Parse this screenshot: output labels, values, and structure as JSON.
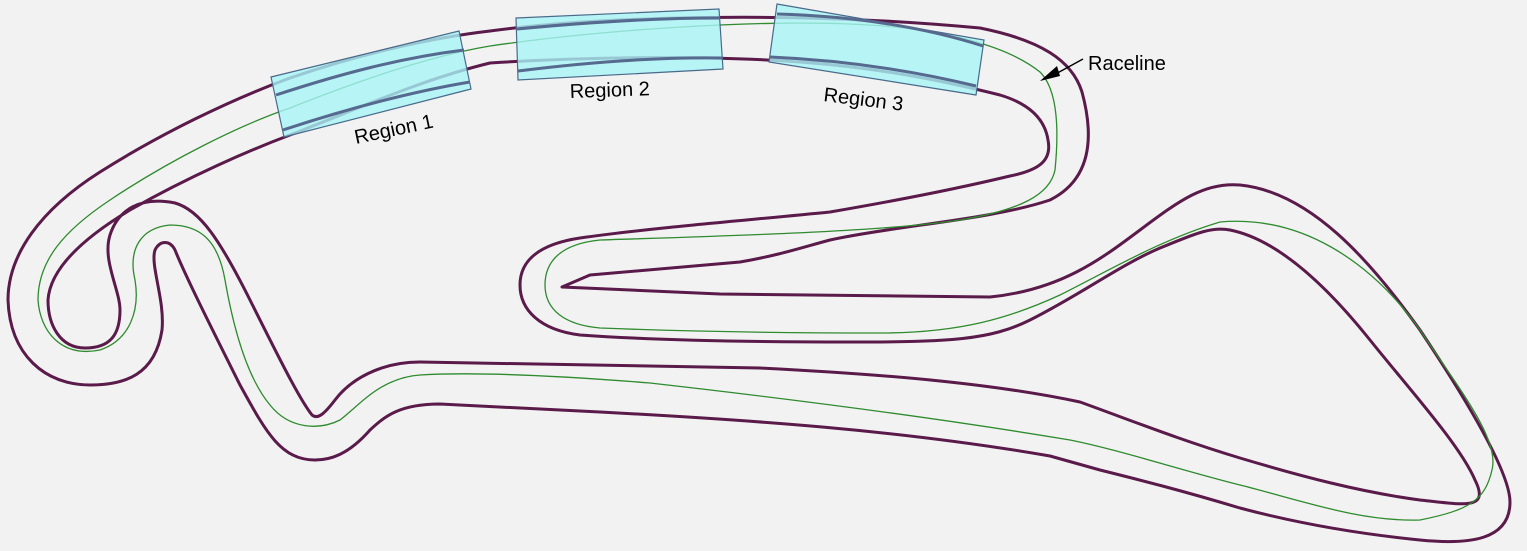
{
  "diagram": {
    "regions": [
      {
        "label": "Region 1"
      },
      {
        "label": "Region 2"
      },
      {
        "label": "Region 3"
      }
    ],
    "raceline_label": "Raceline"
  },
  "colors": {
    "background": "#f2f2f2",
    "track_boundary": "#5a1a4a",
    "raceline": "#2e8b2e",
    "region_fill": "#a8f4f6",
    "region_edge": "#4a6a8a"
  }
}
